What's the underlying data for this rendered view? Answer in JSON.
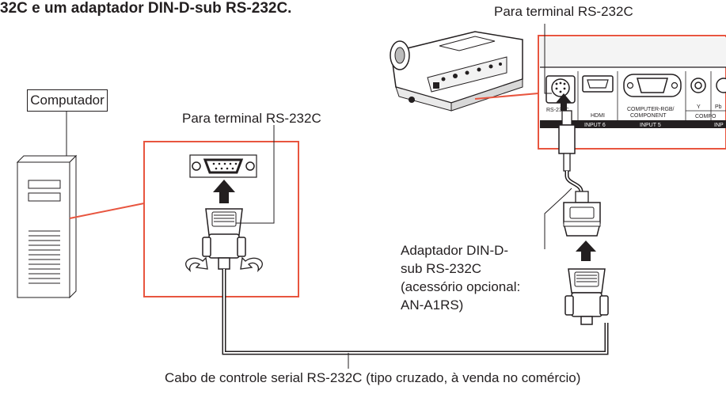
{
  "heading": "32C e um adaptador DIN-D-sub RS-232C.",
  "labels": {
    "computer": "Computador",
    "left_terminal": "Para terminal RS-232C",
    "right_terminal": "Para terminal RS-232C",
    "adapter_lines": [
      "Adaptador DIN-D-",
      "sub RS-232C",
      "(acessório opcional:",
      "AN-A1RS)"
    ],
    "cable": "Cabo de controle serial RS-232C (tipo cruzado, à venda no comércio)"
  },
  "projector_panel": {
    "port_labels": [
      "RS-232C",
      "HDMI",
      "COMPUTER-RGB/",
      "COMPONENT",
      "Y",
      "Pb",
      "COMPO",
      "INPUT 6",
      "INPUT 5",
      "INP"
    ]
  },
  "colors": {
    "callout_box": "#e8553f",
    "line": "#231f20",
    "panel_band": "#231f20"
  }
}
